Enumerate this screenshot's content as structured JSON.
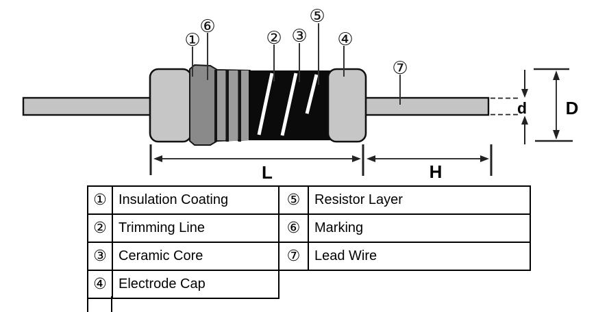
{
  "diagram": {
    "callouts": [
      {
        "id": "1",
        "symbol": "①"
      },
      {
        "id": "6",
        "symbol": "⑥"
      },
      {
        "id": "2",
        "symbol": "②"
      },
      {
        "id": "3",
        "symbol": "③"
      },
      {
        "id": "5",
        "symbol": "⑤"
      },
      {
        "id": "4",
        "symbol": "④"
      },
      {
        "id": "7",
        "symbol": "⑦"
      }
    ],
    "dimensions": {
      "body_length": "L",
      "lead_length": "H",
      "lead_diameter": "d",
      "body_diameter": "D"
    }
  },
  "legend": {
    "rows": [
      {
        "left_num": "①",
        "left_label": "Insulation Coating",
        "right_num": "⑤",
        "right_label": "Resistor Layer"
      },
      {
        "left_num": "②",
        "left_label": "Trimming Line",
        "right_num": "⑥",
        "right_label": "Marking"
      },
      {
        "left_num": "③",
        "left_label": "Ceramic Core",
        "right_num": "⑦",
        "right_label": "Lead Wire"
      },
      {
        "left_num": "④",
        "left_label": "Electrode Cap",
        "right_num": "",
        "right_label": ""
      }
    ]
  },
  "colors": {
    "lead_gray": "#c4c4c4",
    "cap_gray": "#c6c6c6",
    "coating_gray": "#8a8a8a",
    "band_gray": "#9c9c9c",
    "resistor_black": "#0b0b0b",
    "trim_white": "#ffffff",
    "line_dark": "#222222"
  }
}
